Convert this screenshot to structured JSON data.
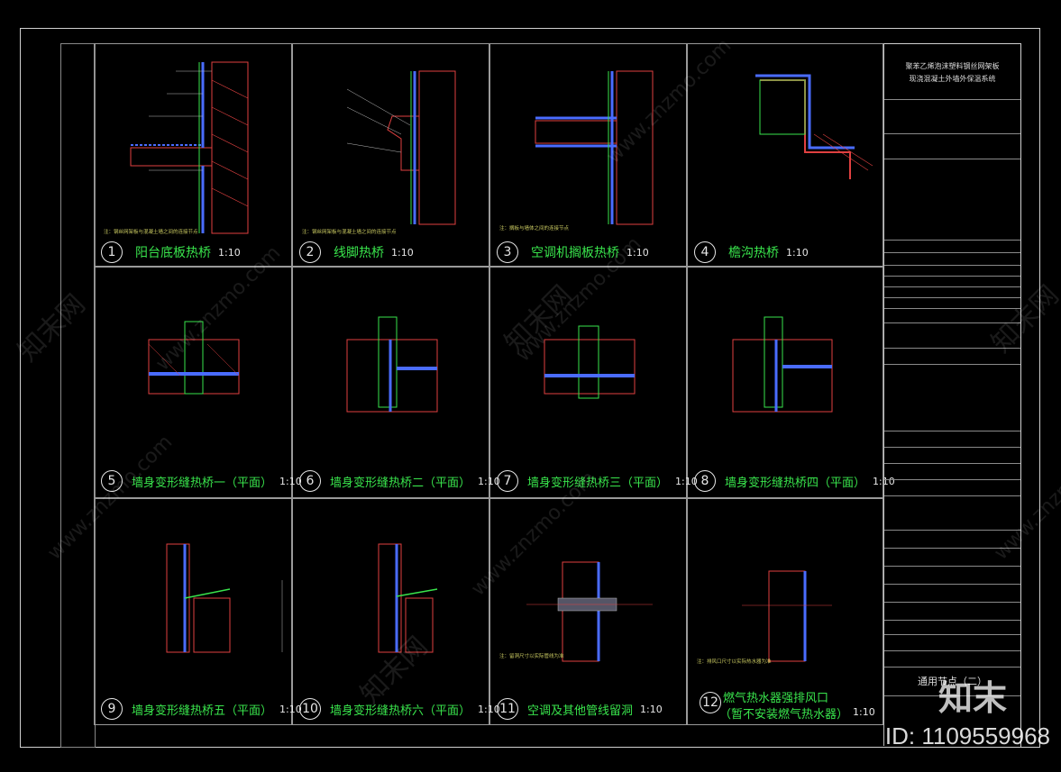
{
  "details": [
    {
      "num": "1",
      "title": "阳台底板热桥",
      "scale": "1:10"
    },
    {
      "num": "2",
      "title": "线脚热桥",
      "scale": "1:10"
    },
    {
      "num": "3",
      "title": "空调机搁板热桥",
      "scale": "1:10"
    },
    {
      "num": "4",
      "title": "檐沟热桥",
      "scale": "1:10"
    },
    {
      "num": "5",
      "title": "墙身变形缝热桥一（平面）",
      "scale": "1:10"
    },
    {
      "num": "6",
      "title": "墙身变形缝热桥二（平面）",
      "scale": "1:10"
    },
    {
      "num": "7",
      "title": "墙身变形缝热桥三（平面）",
      "scale": "1:10"
    },
    {
      "num": "8",
      "title": "墙身变形缝热桥四（平面）",
      "scale": "1:10"
    },
    {
      "num": "9",
      "title": "墙身变形缝热桥五（平面）",
      "scale": "1:10"
    },
    {
      "num": "10",
      "title": "墙身变形缝热桥六（平面）",
      "scale": "1:10"
    },
    {
      "num": "11",
      "title": "空调及其他管线留洞",
      "scale": "1:10"
    },
    {
      "num": "12",
      "title": "燃气热水器强排风口",
      "title2": "（暂不安装燃气热水器）",
      "scale": "1:10"
    }
  ],
  "title_block": {
    "project_line1": "聚苯乙烯泡沫塑料钢丝网架板",
    "project_line2": "现浇混凝土外墙外保温系统",
    "sheet_name": "通用节点（二）"
  },
  "watermark": {
    "site": "www.znzmo.com",
    "brand": "知末网",
    "logo": "知末",
    "id": "ID: 1109559968"
  },
  "colors": {
    "background": "#000000",
    "title_green": "#39e44c",
    "concrete_red": "#e04040",
    "insulation_blue": "#4a6cff",
    "mesh_green": "#39e44c"
  }
}
